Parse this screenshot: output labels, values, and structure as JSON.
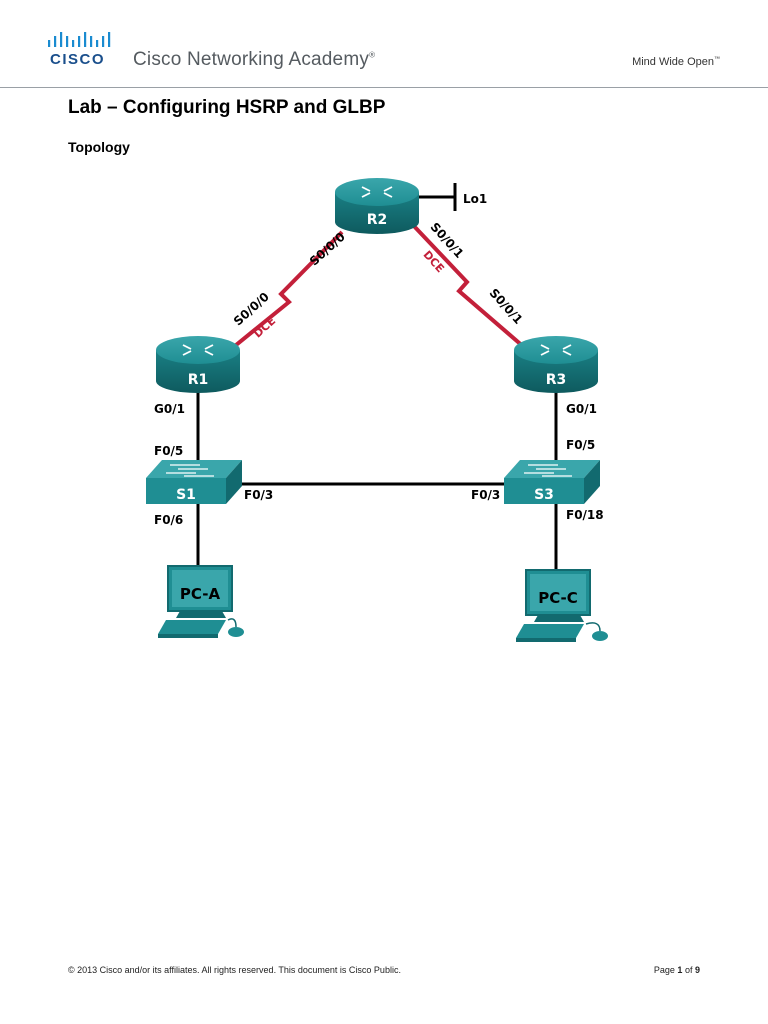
{
  "header": {
    "logo_word": "CISCO",
    "academy_name": "Cisco Networking Academy",
    "academy_mark": "®",
    "tagline": "Mind Wide Open",
    "tagline_mark": "™"
  },
  "document": {
    "title": "Lab – Configuring HSRP and GLBP",
    "section": "Topology"
  },
  "topology": {
    "devices": {
      "r1": "R1",
      "r2": "R2",
      "r3": "R3",
      "s1": "S1",
      "s3": "S3",
      "pca": "PC-A",
      "pcc": "PC-C"
    },
    "labels": {
      "lo1": "Lo1",
      "r2_s000": "S0/0/0",
      "r2_s001": "S0/0/1",
      "r2_dce": "DCE",
      "r1_s000": "S0/0/0",
      "r1_dce": "DCE",
      "r3_s001": "S0/0/1",
      "r1_g01": "G0/1",
      "r3_g01": "G0/1",
      "s1_f05": "F0/5",
      "s1_f03": "F0/3",
      "s1_f06": "F0/6",
      "s3_f05": "F0/5",
      "s3_f03": "F0/3",
      "s3_f018": "F0/18"
    },
    "colors": {
      "device": "#1f8e93",
      "device_dark": "#126a6f",
      "serial_link": "#c3203a",
      "ethernet_link": "#000000",
      "dce_label": "#c3203a"
    }
  },
  "footer": {
    "copyright": "© 2013 Cisco and/or its affiliates. All rights reserved. This document is Cisco Public.",
    "page_word": "Page",
    "page_current": "1",
    "page_of": "of",
    "page_total": "9"
  }
}
